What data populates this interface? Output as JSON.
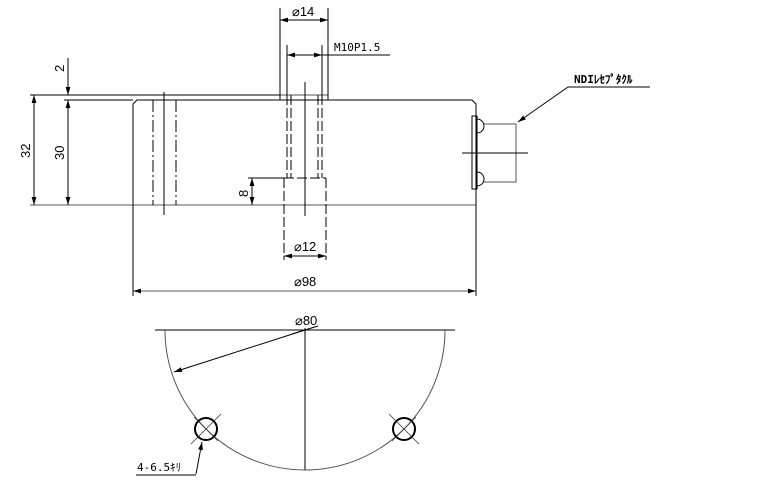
{
  "drawing": {
    "type": "mechanical drawing - load cell / cylindrical sensor",
    "views": [
      "side-section",
      "bottom-half-plan"
    ]
  },
  "dimensions": {
    "top_bore_dia": "⌀14",
    "thread": "M10P1.5",
    "cap_height": "2",
    "total_height": "32",
    "body_height": "30",
    "bottom_recess_depth": "8",
    "bottom_bore_dia": "⌀12",
    "outer_dia": "⌀98",
    "bolt_circle_dia": "⌀80",
    "mounting_holes": "4-6.5ｷﾘ"
  },
  "labels": {
    "connector": "NDIﾚｾﾌﾟﾀｸﾙ"
  },
  "colors": {
    "line": "#000000",
    "background": "#ffffff"
  }
}
